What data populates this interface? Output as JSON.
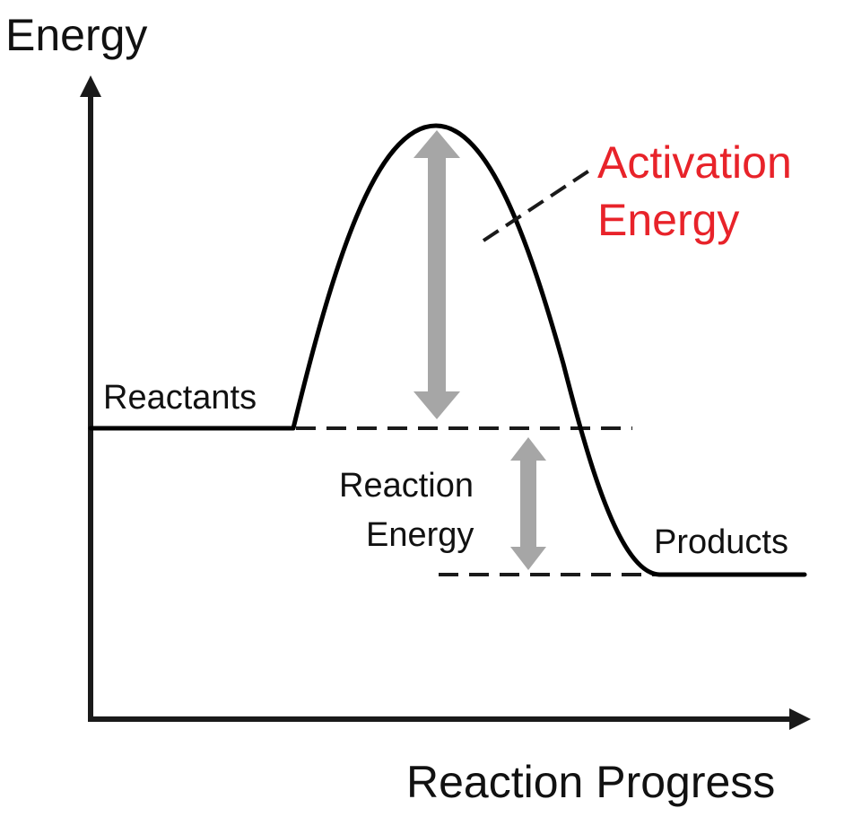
{
  "axes": {
    "y_label": "Energy",
    "x_label": "Reaction Progress"
  },
  "labels": {
    "reactants": "Reactants",
    "products": "Products",
    "activation_line1": "Activation",
    "activation_line2": "Energy",
    "reaction_line1": "Reaction",
    "reaction_line2": "Energy"
  },
  "colors": {
    "curve": "#000000",
    "axes": "#1a1a1a",
    "arrows": "#a6a6a6",
    "activation_text": "#e8232a",
    "label_text": "#111111"
  }
}
